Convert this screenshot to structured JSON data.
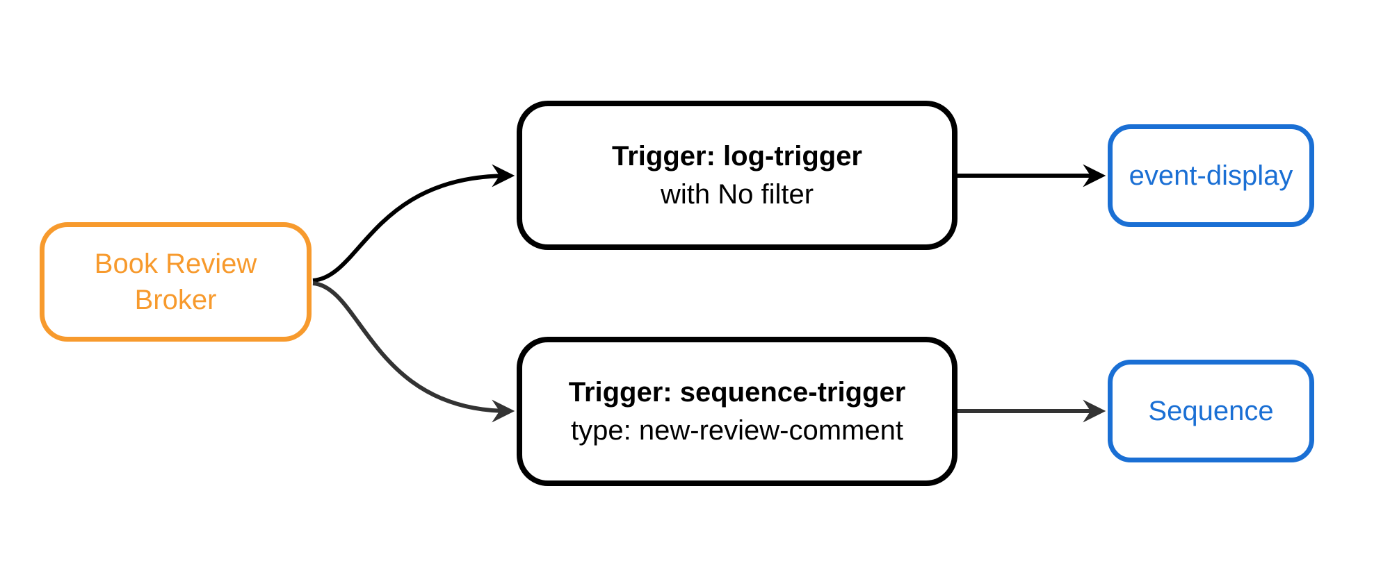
{
  "diagram": {
    "colors": {
      "background": "#ffffff",
      "broker_color": "#F79A2D",
      "trigger_border": "#000000",
      "trigger_text": "#000000",
      "sink_color": "#1A6FD4",
      "edge_log": "#000000",
      "edge_sequence": "#333333"
    },
    "broker": {
      "line1": "Book Review",
      "line2": "Broker"
    },
    "triggers": [
      {
        "title": "Trigger: log-trigger",
        "subtitle": "with No filter"
      },
      {
        "title": "Trigger: sequence-trigger",
        "subtitle": "type: new-review-comment"
      }
    ],
    "sinks": [
      {
        "label": "event-display"
      },
      {
        "label": "Sequence"
      }
    ],
    "edges": [
      {
        "from": "broker",
        "to": "log-trigger",
        "color": "#000000"
      },
      {
        "from": "broker",
        "to": "sequence-trigger",
        "color": "#333333"
      },
      {
        "from": "log-trigger",
        "to": "event-display",
        "color": "#000000"
      },
      {
        "from": "sequence-trigger",
        "to": "sequence",
        "color": "#333333"
      }
    ]
  }
}
